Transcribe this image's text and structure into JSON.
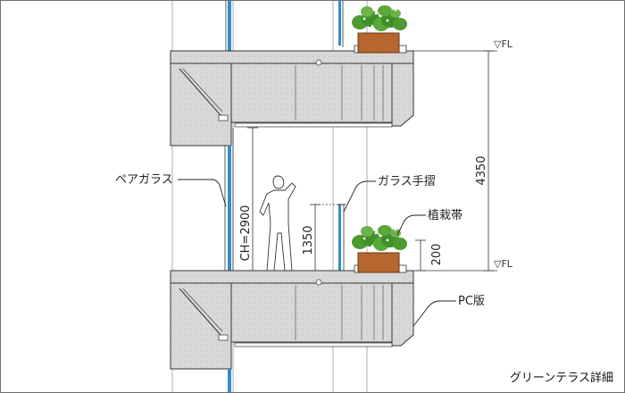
{
  "diagram": {
    "caption": "グリーンテラス詳細",
    "labels": {
      "pair_glass": "ペアガラス",
      "glass_handrail": "ガラス手摺",
      "planter": "植栽帯",
      "pc_slab": "PC版"
    },
    "dimensions": {
      "ceiling_height": "CH=2900",
      "handrail_height": "1350",
      "floor_to_floor": "4350",
      "planter_offset": "200"
    },
    "levels": {
      "upper": "▽FL",
      "lower": "▽FL"
    },
    "colors": {
      "slab_fill": "#d6d6d6",
      "line": "#3a3a3a",
      "glass": "#2f8fc7",
      "planter_box": "#b5672e",
      "foliage": "#3f8f2a"
    }
  }
}
